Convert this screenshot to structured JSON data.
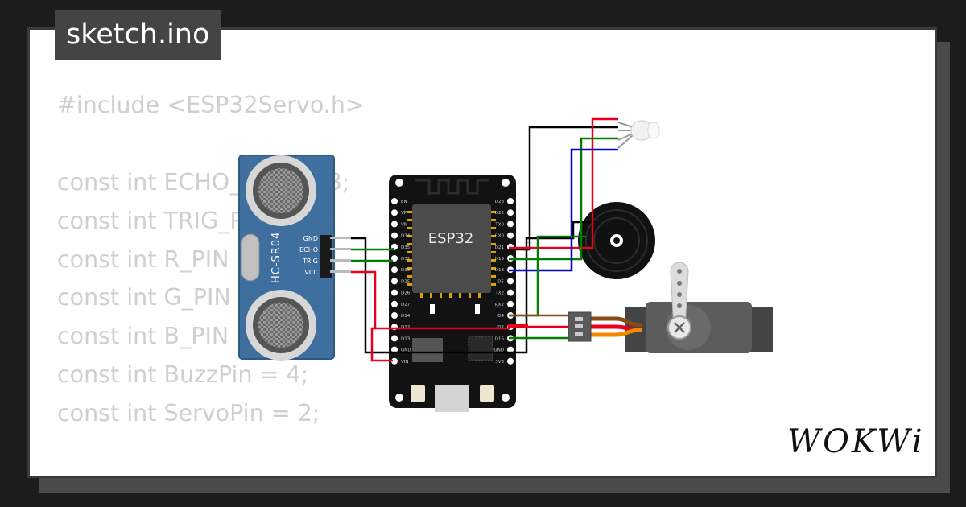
{
  "tab": {
    "title": "sketch.ino"
  },
  "code_lines": [
    "#include <ESP32Servo.h>",
    "",
    "const int ECHO_PIN = 18;",
    "const int TRIG_PIN = 5;",
    "const int R_PIN = 21;",
    "const int G_PIN = 19;",
    "const int B_PIN = 22;",
    "const int BuzzPin = 4;",
    "const int ServoPin = 2;"
  ],
  "components": {
    "ultrasonic": {
      "model": "HC-SR04",
      "pins": [
        "GND",
        "ECHO",
        "TRIG",
        "VCC"
      ]
    },
    "board": {
      "label": "ESP32",
      "left_pins": [
        "EN",
        "VP",
        "VN",
        "D34",
        "D35",
        "D32",
        "D33",
        "D25",
        "D26",
        "D27",
        "D14",
        "D12",
        "D13",
        "GND",
        "VIN"
      ],
      "right_pins": [
        "D23",
        "D22",
        "TX0",
        "RX0",
        "D21",
        "D19",
        "D18",
        "D5",
        "TX2",
        "RX2",
        "D4",
        "D2",
        "D15",
        "GND",
        "3V3"
      ]
    }
  },
  "colors": {
    "red_wire": "#e8001c",
    "green_wire": "#007f00",
    "blue_wire": "#0000d0",
    "black_wire": "#000000",
    "sensor_blue": "#3f6f9f",
    "board_black": "#121212"
  },
  "brand": {
    "logo": "WOKWi"
  }
}
